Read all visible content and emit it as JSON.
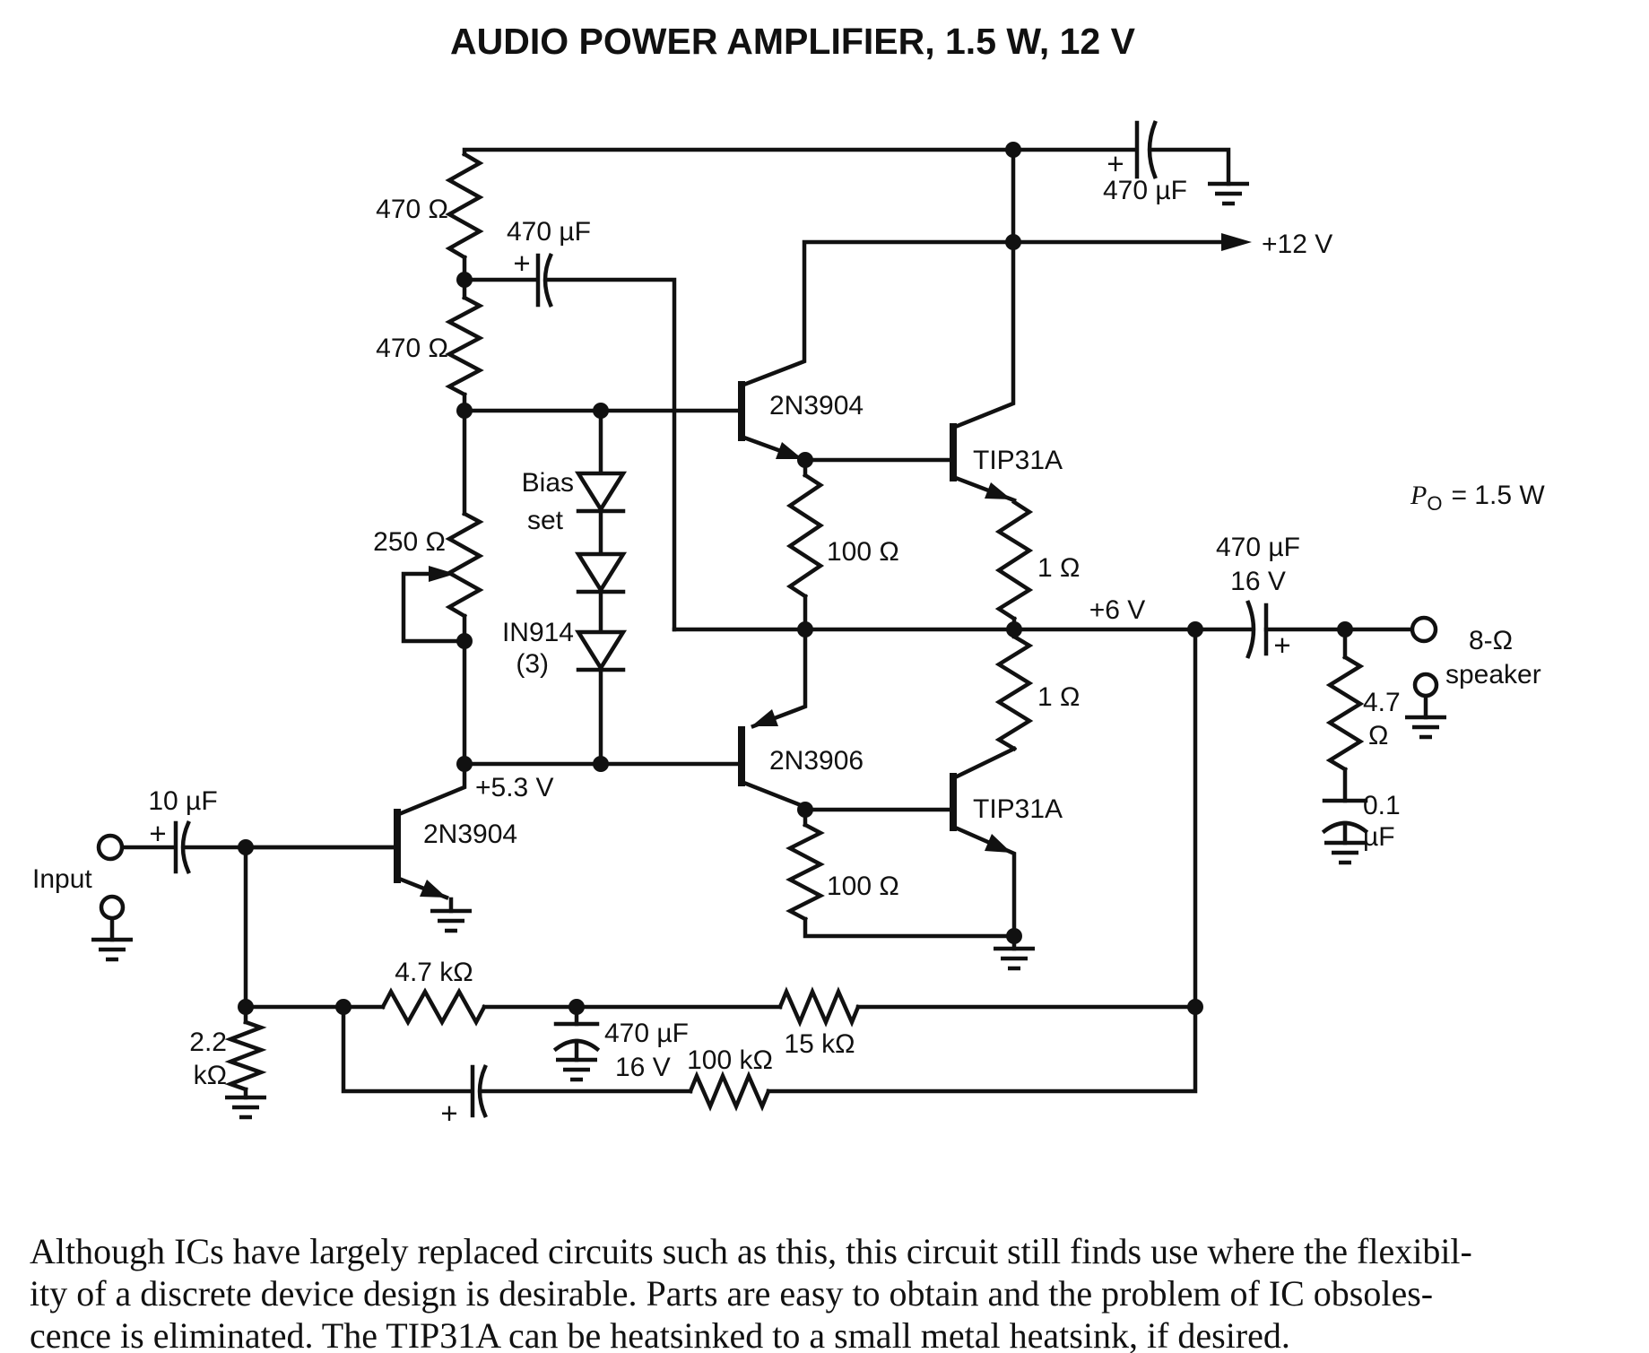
{
  "title": "AUDIO POWER AMPLIFIER, 1.5 W, 12 V",
  "schematic": {
    "power": {
      "v12": "+12 V",
      "v6": "+6 V",
      "v53": "+5.3 V"
    },
    "transistors": {
      "q1": "2N3904",
      "q2": "TIP31A",
      "q3": "2N3906",
      "q4": "TIP31A",
      "q5": "2N3904"
    },
    "resistors": {
      "r1": "470 Ω",
      "r2": "470 Ω",
      "rpot": "250 Ω",
      "rc1": "100 Ω",
      "re1": "1 Ω",
      "re2": "1 Ω",
      "rc2": "100 Ω",
      "rz1": "4.7",
      "rz2": "Ω",
      "rbias1": "2.2",
      "rbias2": "kΩ",
      "rfb1": "4.7 kΩ",
      "rfb2": "15 kΩ",
      "rfb3": "100 kΩ"
    },
    "capacitors": {
      "cboot": "470 µF",
      "csup": "470 µF",
      "cout1": "470 µF",
      "cout2": "16 V",
      "cin": "10 µF",
      "cfb1": "470 µF",
      "cfb2": "16 V",
      "cz1": "0.1",
      "cz2": "µF",
      "plus": "+"
    },
    "diodes": {
      "bias1": "Bias",
      "bias2": "set",
      "name": "IN914",
      "qty": "(3)"
    },
    "io": {
      "input": "Input",
      "spk1": "8-Ω",
      "spk2": "speaker",
      "po_p": "P",
      "po_sub": "O",
      "po_rest": "= 1.5 W"
    }
  },
  "caption": {
    "line1": "Although ICs have largely replaced circuits such as this, this circuit still finds use where the flexibil-",
    "line2": "ity of a discrete device design is desirable. Parts are easy to obtain and the problem of IC obsoles-",
    "line3": "cence is eliminated. The TIP31A can be heatsinked to a small metal heatsink, if desired."
  }
}
